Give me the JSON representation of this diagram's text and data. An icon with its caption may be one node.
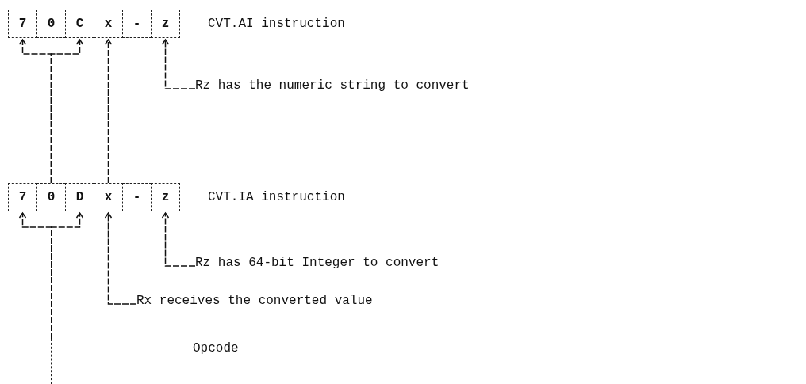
{
  "diagram": {
    "nodes": [
      {
        "text": [
          "7"
        ]
      },
      {
        "text": [
          "0"
        ]
      },
      {
        "text": [
          "C"
        ]
      },
      {
        "text": [
          "x"
        ]
      },
      {
        "text": [
          "-"
        ]
      },
      {
        "text": [
          "z"
        ]
      },
      {
        "text": [
          "7"
        ]
      },
      {
        "text": [
          "0"
        ]
      },
      {
        "text": [
          "D"
        ]
      },
      {
        "text": [
          "x"
        ]
      },
      {
        "text": [
          "-"
        ]
      },
      {
        "text": [
          "z"
        ]
      },
      {
        "text": [
          "Rz has the numeric string to convert"
        ]
      },
      {
        "text": [
          "Rz has 64-bit Integer to convert"
        ]
      },
      {
        "text": [
          "Rx receives the converted value"
        ]
      },
      {
        "text": [
          "Opcode"
        ]
      }
    ],
    "edges": [
      {
        "from": 12,
        "to": 5,
        "arrow": "to"
      },
      {
        "from": 7,
        "to": 2,
        "arrow": "to"
      },
      {
        "from": 9,
        "to": 3,
        "arrow": "to"
      },
      {
        "from": 13,
        "to": 11,
        "arrow": "to"
      },
      {
        "from": 14,
        "to": 9,
        "arrow": "to"
      },
      {
        "from": 15,
        "to": 8,
        "arrow": "to"
      },
      {
        "from": 7,
        "to": 0,
        "arrow": "to"
      },
      {
        "from": 15,
        "to": 6,
        "arrow": "to"
      }
    ],
    "labels": [
      "CVT.AI instruction",
      "CVT.IA instruction"
    ]
  }
}
